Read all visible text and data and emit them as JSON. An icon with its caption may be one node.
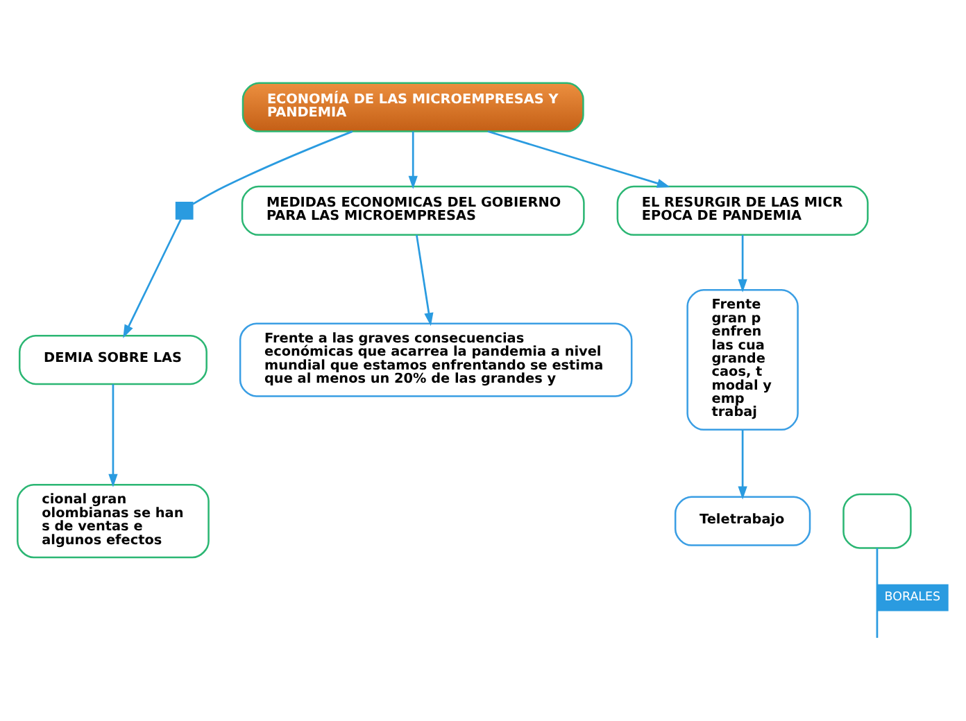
{
  "diagram": {
    "nodes": [
      {
        "text": [
          "ECONOMÍA DE LAS MICROEMPRESAS Y PANDEMIA"
        ]
      },
      {
        "text": [],
        "shape": "box"
      },
      {
        "text": [
          "DEMIA SOBRE LAS"
        ]
      },
      {
        "text": [
          "cional gran olombianas se han s de ventas e algunos efectos"
        ]
      },
      {
        "text": [],
        "shape": "box"
      },
      {
        "text": [
          "MEDIDAS ECONOMICAS DEL GOBIERNO PARA LAS MICROEMPRESAS"
        ]
      },
      {
        "text": [
          "Frente a las graves consecuencias económicas que acarrea la pandemia a nivel mundial que estamos enfrentando se estima que al menos un 20% de las grandes y"
        ]
      },
      {
        "text": [
          "EL RESURGIR DE LAS MICR EPOCA DE PANDEMIA"
        ]
      },
      {
        "text": [
          "Frente gran p enfren las cua grande caos, t modal y emp trabaj"
        ]
      },
      {
        "text": [
          "Teletrabajo"
        ]
      }
    ],
    "edges": [
      {
        "from": 0,
        "to": 1,
        "arrow": "none"
      },
      {
        "from": 1,
        "to": 2,
        "arrow": "to"
      },
      {
        "from": 2,
        "to": 3,
        "arrow": "to"
      },
      {
        "from": 0,
        "to": 5,
        "arrow": "to"
      },
      {
        "from": 5,
        "to": 6,
        "arrow": "to"
      },
      {
        "from": 0,
        "to": 7,
        "arrow": "to"
      },
      {
        "from": 7,
        "to": 8,
        "arrow": "to"
      },
      {
        "from": 8,
        "to": 9,
        "arrow": "to"
      },
      {
        "from": 4,
        "to": null,
        "arrow": "none",
        "label": "BORALES"
      }
    ]
  }
}
